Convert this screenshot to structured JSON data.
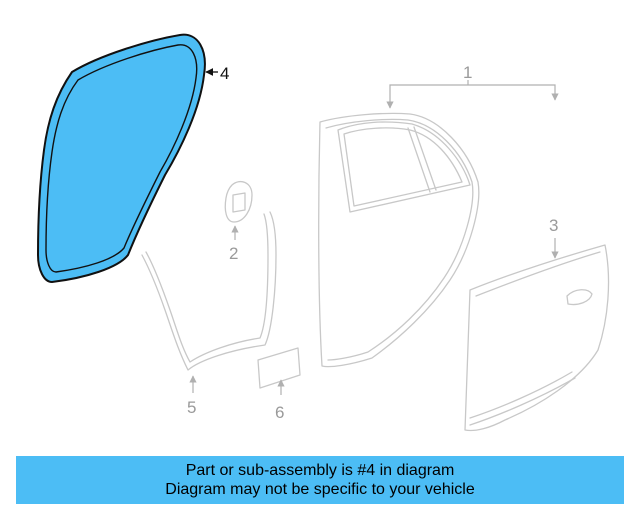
{
  "diagram": {
    "highlight_color": "#4cbdf5",
    "callouts": [
      {
        "id": "1",
        "label": "1"
      },
      {
        "id": "2",
        "label": "2"
      },
      {
        "id": "3",
        "label": "3"
      },
      {
        "id": "4",
        "label": "4",
        "highlighted": true
      },
      {
        "id": "5",
        "label": "5"
      },
      {
        "id": "6",
        "label": "6"
      }
    ]
  },
  "banner": {
    "line1": "Part or sub-assembly is #4 in diagram",
    "line2": "Diagram may not be specific to your vehicle"
  }
}
